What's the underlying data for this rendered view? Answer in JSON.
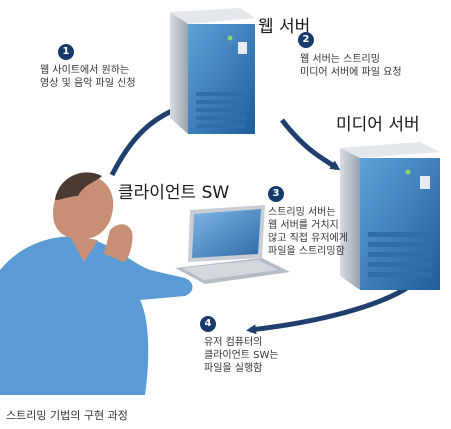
{
  "labels": {
    "web_server": "웹 서버",
    "media_server": "미디어 서버",
    "client_sw": "클라이언트 SW"
  },
  "steps": [
    {
      "number": "1",
      "lines": [
        "웹 사이트에서 원하는",
        "영상 및 음악 파일 신청"
      ]
    },
    {
      "number": "2",
      "lines": [
        "웹 서버는 스트리밍",
        "미디어 서버에 파일 요청"
      ]
    },
    {
      "number": "3",
      "lines": [
        "스트리밍 서버는",
        "웹 서버를 거치지",
        "않고 직접 유저에게",
        "파일을 스트리밍함"
      ]
    },
    {
      "number": "4",
      "lines": [
        "유저 컴퓨터의",
        "클라이언트 SW는",
        "파일을 실행함"
      ]
    }
  ],
  "caption": "스트리밍 기법의 구현 과정",
  "colors": {
    "arrow": "#1f3f6e",
    "badge": "#163a6b",
    "server_body": "#3b7fc0",
    "person_shirt": "#5b9bd5"
  }
}
